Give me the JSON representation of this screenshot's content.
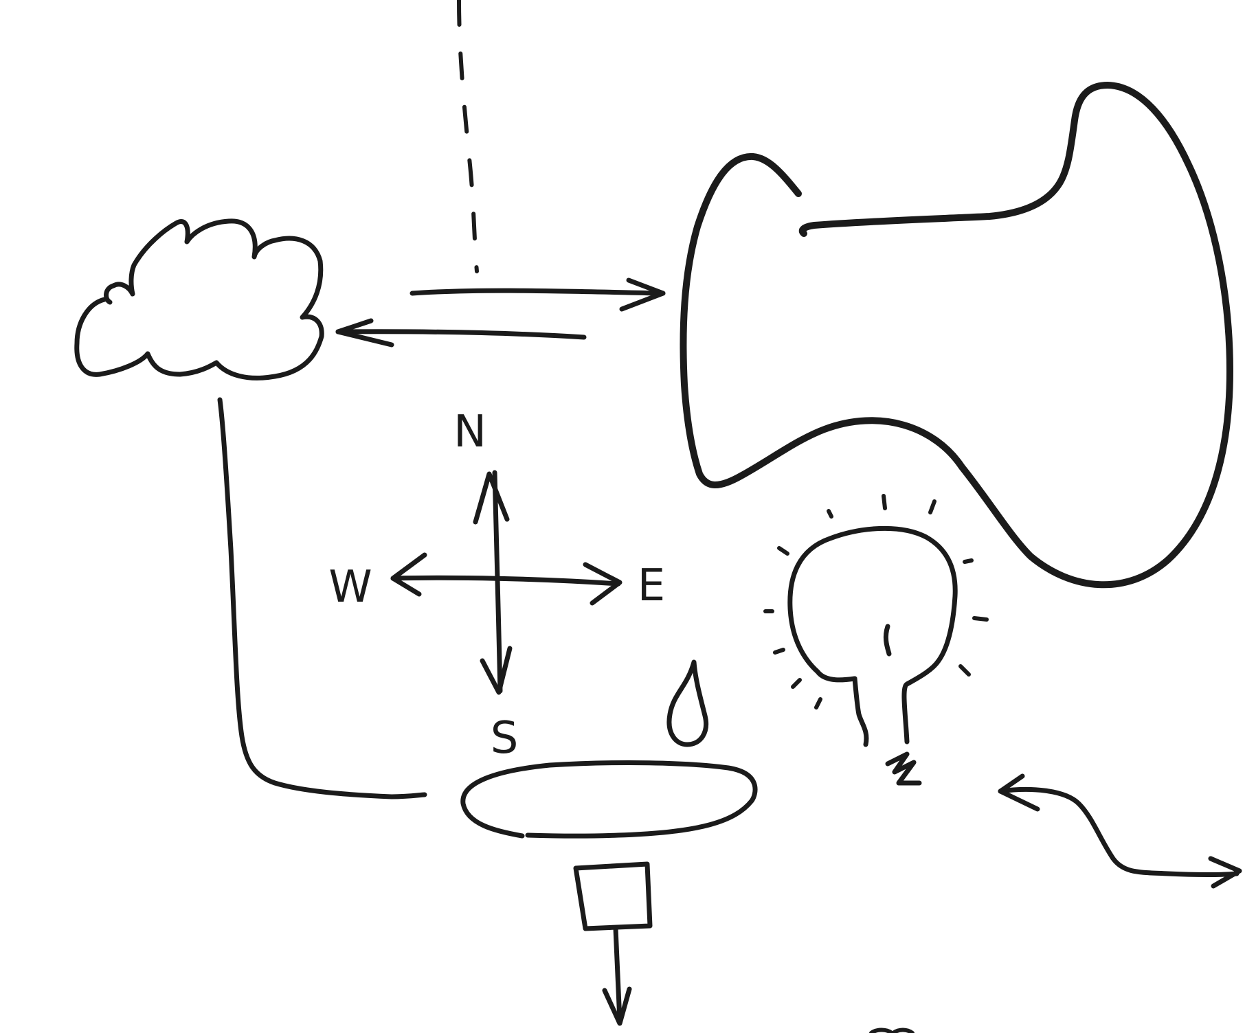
{
  "compass": {
    "north": "N",
    "south": "S",
    "east": "E",
    "west": "W"
  },
  "colors": {
    "ink": "#1b1b1b",
    "background": "#ffffff"
  }
}
